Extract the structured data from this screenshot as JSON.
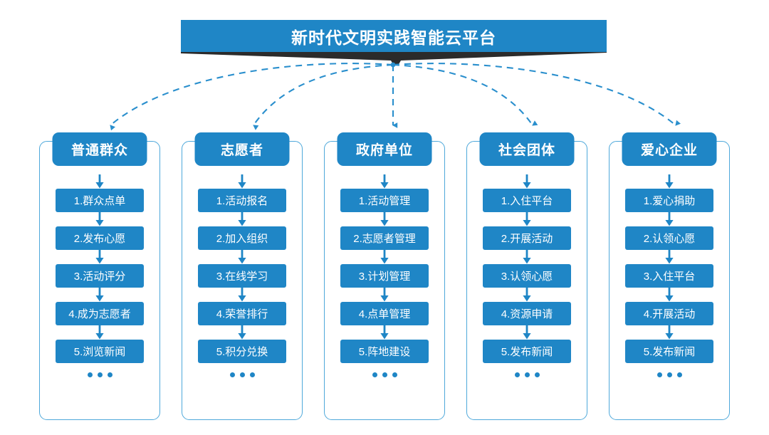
{
  "title": "新时代文明实践智能云平台",
  "colors": {
    "primary": "#1f86c6",
    "border": "#4ea8da",
    "shadow": "#2b2b2b",
    "text_on_primary": "#ffffff",
    "background": "#ffffff"
  },
  "ellipsis_label": "...",
  "columns": [
    {
      "header": "普通群众",
      "items": [
        "1.群众点单",
        "2.发布心愿",
        "3.活动评分",
        "4.成为志愿者",
        "5.浏览新闻"
      ]
    },
    {
      "header": "志愿者",
      "items": [
        "1.活动报名",
        "2.加入组织",
        "3.在线学习",
        "4.荣誉排行",
        "5.积分兑换"
      ]
    },
    {
      "header": "政府单位",
      "items": [
        "1.活动管理",
        "2.志愿者管理",
        "3.计划管理",
        "4.点单管理",
        "5.阵地建设"
      ]
    },
    {
      "header": "社会团体",
      "items": [
        "1.入住平台",
        "2.开展活动",
        "3.认领心愿",
        "4.资源申请",
        "5.发布新闻"
      ]
    },
    {
      "header": "爱心企业",
      "items": [
        "1.爱心捐助",
        "2.认领心愿",
        "3.入住平台",
        "4.开展活动",
        "5.发布新闻"
      ]
    }
  ]
}
